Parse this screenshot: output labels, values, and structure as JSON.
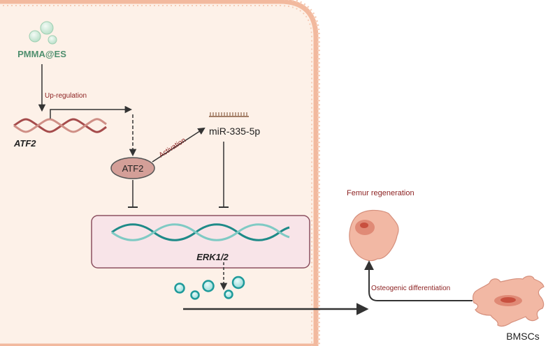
{
  "labels": {
    "pmma": "PMMA@ES",
    "upregulation": "Up-regulation",
    "atf2_gene": "ATF2",
    "atf2_protein": "ATF2",
    "activation": "Activation",
    "mirna": "miR-335-5p",
    "erk": "ERK1/2",
    "femur": "Femur regeneration",
    "osteogenic": "Osteogenic differentiation",
    "bmsc": "BMSCs"
  },
  "colors": {
    "membrane": "#f2b99e",
    "cytoplasm": "#fdf1e8",
    "teal": "#1e9a9a",
    "dna_red": "#a54b4b",
    "label_red": "#8b1f1f",
    "pmma_green": "#4f8f6e",
    "ellipse_fill": "#d49f98",
    "nucleus_fill": "#f8e4e8"
  },
  "icons": [
    "nanoparticle-icon",
    "dna-icon",
    "mirna-icon",
    "vesicle-icon",
    "osteoblast-icon",
    "stem-cell-icon"
  ]
}
